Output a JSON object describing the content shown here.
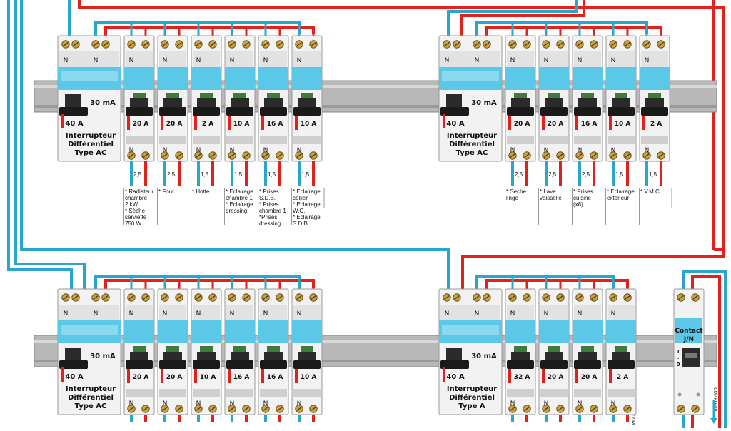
{
  "colors": {
    "live": "#e2211c",
    "neutral": "#2aa6cc",
    "rail": "#b8b8b8",
    "breaker_body": "#f2f2f2",
    "window": "#5cc8e8",
    "handle": "#1a1a1a",
    "handle_top": "#3e7a3e",
    "screw": "#caa040"
  },
  "icons": [
    "screw-terminal-icon",
    "neutral-n-icon",
    "toggle-handle-icon"
  ],
  "panels": [
    {
      "id": "top-left",
      "diff": {
        "mA": "30 mA",
        "rating": "40 A",
        "title": [
          "Interrupteur",
          "Différentiel",
          "Type AC"
        ]
      },
      "breakers": [
        {
          "rating": "20 A",
          "section": "2,5",
          "load": "* Radiateur\nchambre\n2 kW\n* Sèche\nserviette\n750 W"
        },
        {
          "rating": "20 A",
          "section": "2,5",
          "load": "* Four"
        },
        {
          "rating": "2 A",
          "section": "1,5",
          "load": "* Hotte"
        },
        {
          "rating": "10 A",
          "section": "1,5",
          "load": "* Eclairage\nchambre 1\n* Eclairage\ndressing"
        },
        {
          "rating": "16 A",
          "section": "1,5",
          "load": "* Prises\nS.D.B.\n* Prises\nchambre 1\n*Prises\ndressing"
        },
        {
          "rating": "10 A",
          "section": "1,5",
          "load": "* Eclairage\ncellier\n* Eclairage\nW.C.\n* Eclairage\nS.D.B."
        }
      ]
    },
    {
      "id": "top-right",
      "diff": {
        "mA": "30 mA",
        "rating": "40 A",
        "title": [
          "Interrupteur",
          "Différentiel",
          "Type AC"
        ]
      },
      "breakers": [
        {
          "rating": "20 A",
          "section": "2,5",
          "load": "* Sèche\nlinge"
        },
        {
          "rating": "20 A",
          "section": "2,5",
          "load": "* Lave\nvaisselle"
        },
        {
          "rating": "16 A",
          "section": "2,5",
          "load": "* Prises\ncuisine\n(x8)"
        },
        {
          "rating": "10 A",
          "section": "1,5",
          "load": "* Eclairage\nextérieur"
        },
        {
          "rating": "2 A",
          "section": "1,5",
          "load": "* V.M.C."
        }
      ]
    },
    {
      "id": "bottom-left",
      "diff": {
        "mA": "30 mA",
        "rating": "40 A",
        "title": [
          "Interrupteur",
          "Différentiel",
          "Type AC"
        ]
      },
      "breakers": [
        {
          "rating": "20 A"
        },
        {
          "rating": "20 A"
        },
        {
          "rating": "10 A"
        },
        {
          "rating": "16 A"
        },
        {
          "rating": "16 A"
        },
        {
          "rating": "10 A"
        }
      ]
    },
    {
      "id": "bottom-right",
      "diff": {
        "mA": "30 mA",
        "rating": "40 A",
        "title": [
          "Interrupteur",
          "Différentiel",
          "Type A"
        ]
      },
      "breakers": [
        {
          "rating": "32 A"
        },
        {
          "rating": "20 A"
        },
        {
          "rating": "20 A"
        },
        {
          "rating": "2 A"
        }
      ]
    }
  ],
  "contactor": {
    "title": [
      "Contact",
      "J/N"
    ],
    "positions": [
      "1",
      "-",
      "0"
    ],
    "side_labels": [
      "COM",
      "COMPTEUR"
    ]
  },
  "neutral_mark": "N"
}
